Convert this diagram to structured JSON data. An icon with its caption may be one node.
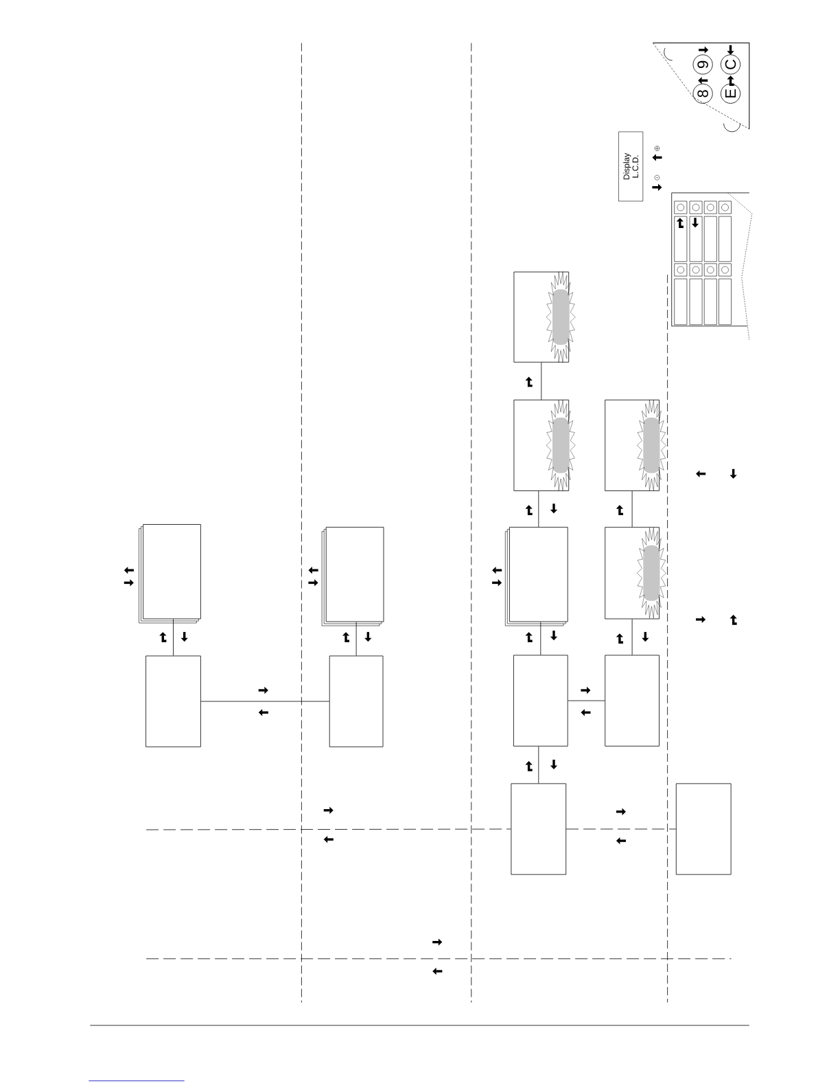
{
  "diagram": {
    "nodes": [
      {
        "text": [],
        "shape": "box"
      },
      {
        "text": [],
        "shape": "box"
      },
      {
        "text": [],
        "shape": "box"
      },
      {
        "text": [],
        "shape": "box"
      },
      {
        "text": [],
        "shape": "box"
      },
      {
        "text": [],
        "shape": "box"
      },
      {
        "text": [],
        "shape": "box"
      },
      {
        "text": [],
        "shape": "box"
      },
      {
        "text": [],
        "shape": "box"
      },
      {
        "text": [],
        "shape": "box"
      },
      {
        "text": [],
        "shape": "box"
      },
      {
        "text": [],
        "shape": "box"
      },
      {
        "text": [],
        "shape": "box"
      },
      {
        "text": [
          "Display L.C.D."
        ]
      },
      {
        "text": [
          "8"
        ]
      },
      {
        "text": [
          "9"
        ]
      },
      {
        "text": [
          "E"
        ]
      },
      {
        "text": [
          "C"
        ]
      }
    ],
    "edges": [
      {
        "from": 0,
        "to": 1,
        "arrow": "none"
      },
      {
        "from": 0,
        "to": 2,
        "arrow": "none"
      },
      {
        "from": 2,
        "to": 3,
        "arrow": "none"
      },
      {
        "from": 4,
        "to": 5,
        "arrow": "none"
      },
      {
        "from": 5,
        "to": 6,
        "arrow": "none"
      },
      {
        "from": 6,
        "to": 7,
        "arrow": "none"
      },
      {
        "from": 4,
        "to": 8,
        "arrow": "none"
      },
      {
        "from": 8,
        "to": 9,
        "arrow": "none"
      },
      {
        "from": 9,
        "to": 10,
        "arrow": "none"
      },
      {
        "from": 11,
        "to": 4,
        "arrow": "none"
      },
      {
        "from": 11,
        "to": 12,
        "arrow": "none",
        "style": "dashed"
      },
      {
        "from": null,
        "to": 11,
        "arrow": "none",
        "style": "dashed"
      }
    ]
  }
}
